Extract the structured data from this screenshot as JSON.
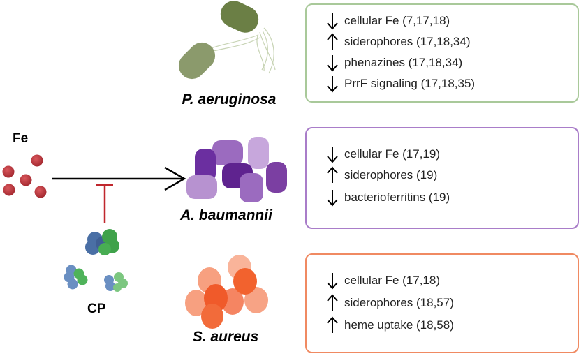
{
  "labels": {
    "fe": "Fe",
    "cp": "CP"
  },
  "organisms": [
    {
      "name": "P. aeruginosa",
      "color": "#a9c99a",
      "effects": [
        {
          "direction": "down",
          "text": "cellular Fe (7,17,18)"
        },
        {
          "direction": "up",
          "text": "siderophores (17,18,34)"
        },
        {
          "direction": "down",
          "text": "phenazines (17,18,34)"
        },
        {
          "direction": "down",
          "text": "PrrF signaling (17,18,35)"
        }
      ]
    },
    {
      "name": "A. baumannii",
      "color": "#a97dc9",
      "effects": [
        {
          "direction": "down",
          "text": "cellular Fe (17,19)"
        },
        {
          "direction": "up",
          "text": "siderophores (19)"
        },
        {
          "direction": "down",
          "text": "bacterioferritins (19)"
        }
      ]
    },
    {
      "name": "S. aureus",
      "color": "#f08a62",
      "effects": [
        {
          "direction": "down",
          "text": "cellular Fe (17,18)"
        },
        {
          "direction": "up",
          "text": "siderophores (18,57)"
        },
        {
          "direction": "up",
          "text": "heme uptake (18,58)"
        }
      ]
    }
  ],
  "colors": {
    "iron": "#b8343a",
    "inhibition": "#c0272d",
    "cp_blue": "#4a6fa5",
    "cp_green": "#3fa24a",
    "pseudomonas": "#6f8a4a",
    "acinetobacter": "#7b3fa2",
    "staph": "#f26b3a"
  }
}
